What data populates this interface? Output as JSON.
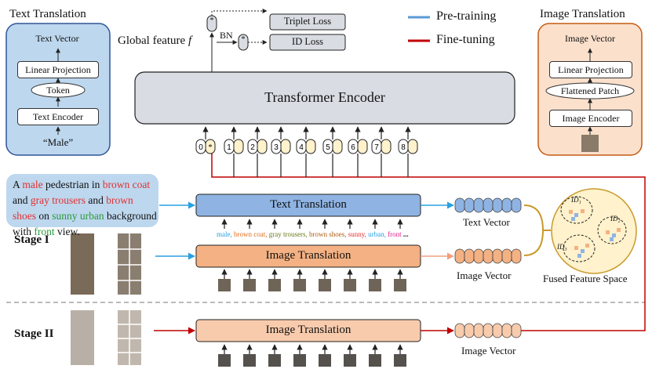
{
  "text_translation_panel": {
    "title": "Text Translation",
    "vector": "Text Vector",
    "projection": "Linear Projection",
    "token": "Token",
    "encoder": "Text Encoder",
    "input": "“Male”"
  },
  "image_translation_panel": {
    "title": "Image Translation",
    "vector": "Image Vector",
    "projection": "Linear Projection",
    "patch": "Flattened Patch",
    "encoder": "Image Encoder"
  },
  "top": {
    "global_feature": "Global feature",
    "f_symbol": "f",
    "bn": "BN",
    "triplet_loss": "Triplet Loss",
    "id_loss": "ID Loss",
    "transformer": "Transformer Encoder",
    "tokens": [
      "0",
      "1",
      "2",
      "3",
      "4",
      "5",
      "6",
      "7",
      "8"
    ],
    "star": "*"
  },
  "legend": {
    "pretraining": "Pre-training",
    "finetuning": "Fine-tuning",
    "pretraining_color": "#5b9bd5",
    "finetuning_color": "#c00000"
  },
  "caption": {
    "w1": "A",
    "w2": "male",
    "w3": "pedestrian in",
    "w4": "brown",
    "w5": "coat",
    "w6": "and",
    "w7": "gray trousers",
    "w8": "and",
    "w9": "brown shoes",
    "w10": "on",
    "w11": "sunny urban",
    "w12": "background with",
    "w13": "front",
    "w14": "view."
  },
  "stage1": {
    "label": "Stage I",
    "text_translation": "Text Translation",
    "image_translation": "Image Translation",
    "text_vector": "Text Vector",
    "image_vector": "Image Vector",
    "fused": "Fused Feature Space",
    "id1": "ID₁",
    "id2": "ID₂",
    "id3": "ID₃",
    "tokens": [
      "male,",
      "brown coat,",
      "gray",
      "trousers,",
      "brown shoes,",
      "sunny,",
      "urban,",
      "front",
      "..."
    ]
  },
  "stage2": {
    "label": "Stage II",
    "image_translation": "Image Translation",
    "image_vector": "Image Vector"
  }
}
